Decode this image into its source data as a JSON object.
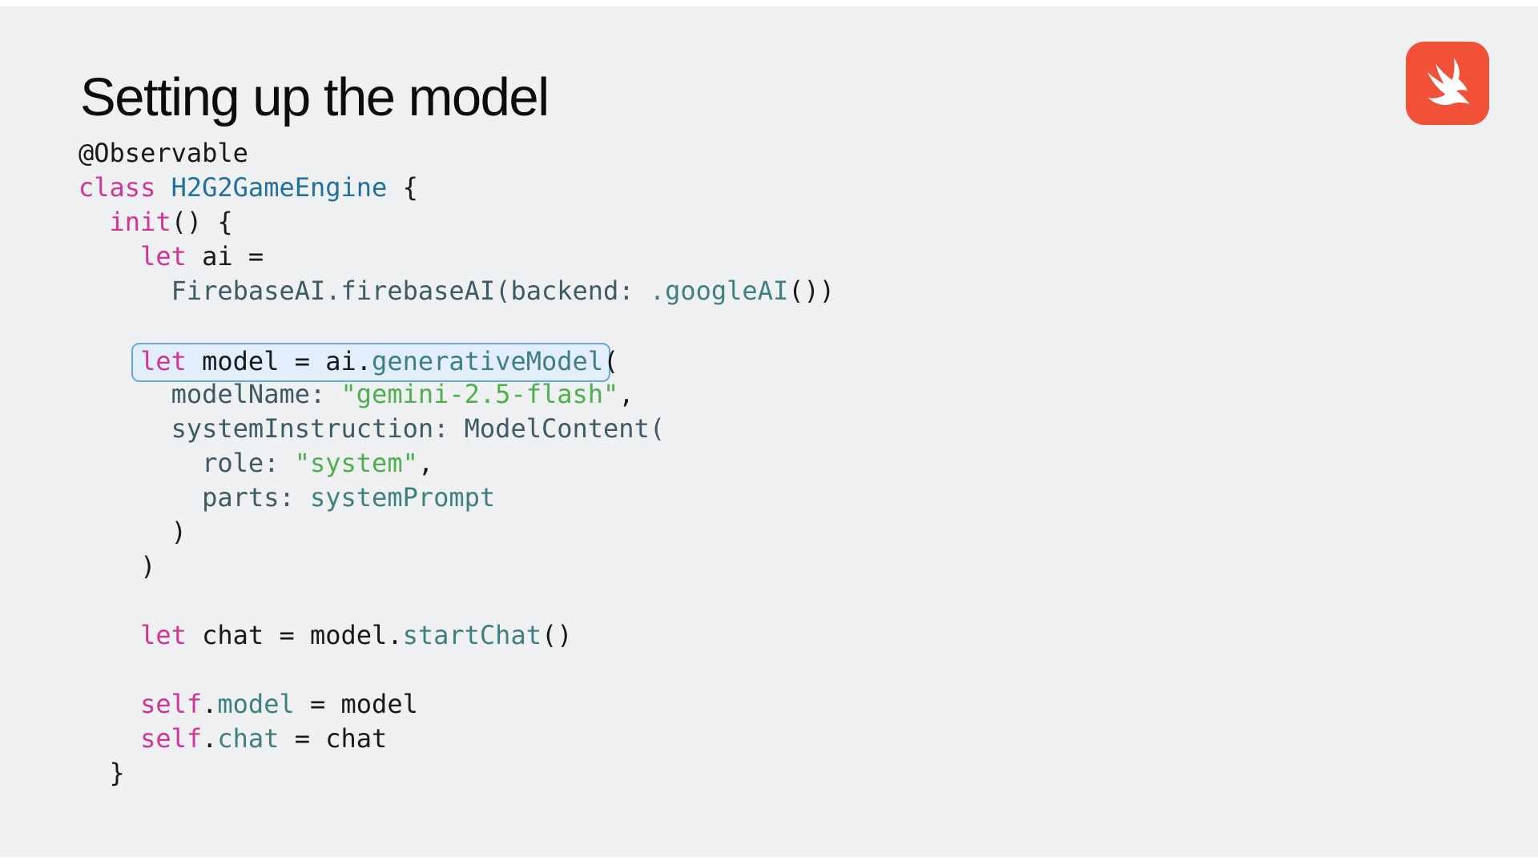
{
  "slide": {
    "title": "Setting up the model",
    "background_color": "#eef0f1",
    "edge_strip_color": "#ffffff",
    "title_color": "#0b0c0d"
  },
  "logo": {
    "name": "swift-logo",
    "square_color": "#F05138",
    "bird_color": "#ffffff"
  },
  "code": {
    "language": "swift",
    "palette": {
      "plain": "#17191b",
      "keyword": "#cf3597",
      "type": "#20719d",
      "ident": "#3e5a64",
      "member": "#3f7f80",
      "string": "#4fae4e"
    },
    "highlight_box": {
      "border_color": "#68a8d9",
      "fill_color": "#e2eefb",
      "content": "let model = ai.generativeModel"
    },
    "plain_text": "@Observable\nclass H2G2GameEngine {\n  init() {\n    let ai =\n      FirebaseAI.firebaseAI(backend: .googleAI())\n\n    let model = ai.generativeModel(\n      modelName: \"gemini-2.5-flash\",\n      systemInstruction: ModelContent(\n        role: \"system\",\n        parts: systemPrompt\n      )\n    )\n\n    let chat = model.startChat()\n\n    self.model = model\n    self.chat = chat\n  }",
    "lines": [
      {
        "segments": [
          {
            "t": "@Observable",
            "c": "plain"
          }
        ]
      },
      {
        "segments": [
          {
            "t": "class",
            "c": "keyword"
          },
          {
            "t": " ",
            "c": "plain"
          },
          {
            "t": "H2G2GameEngine",
            "c": "type"
          },
          {
            "t": " {",
            "c": "plain"
          }
        ]
      },
      {
        "segments": [
          {
            "t": "  ",
            "c": "plain"
          },
          {
            "t": "init",
            "c": "keyword"
          },
          {
            "t": "() {",
            "c": "plain"
          }
        ]
      },
      {
        "segments": [
          {
            "t": "    ",
            "c": "plain"
          },
          {
            "t": "let",
            "c": "keyword"
          },
          {
            "t": " ai =",
            "c": "plain"
          }
        ]
      },
      {
        "segments": [
          {
            "t": "      ",
            "c": "plain"
          },
          {
            "t": "FirebaseAI.firebaseAI(backend: ",
            "c": "ident"
          },
          {
            "t": ".googleAI",
            "c": "member"
          },
          {
            "t": "())",
            "c": "plain"
          }
        ]
      },
      {
        "segments": []
      },
      {
        "segments": [
          {
            "t": "    ",
            "c": "plain"
          },
          {
            "t": "let",
            "c": "keyword",
            "box": true
          },
          {
            "t": " model = ai.",
            "c": "plain",
            "box": true
          },
          {
            "t": "generativeModel",
            "c": "member",
            "box": true
          },
          {
            "t": "(",
            "c": "plain"
          }
        ]
      },
      {
        "segments": [
          {
            "t": "      ",
            "c": "plain"
          },
          {
            "t": "modelName:",
            "c": "ident"
          },
          {
            "t": " ",
            "c": "plain"
          },
          {
            "t": "\"gemini-2.5-flash\"",
            "c": "string"
          },
          {
            "t": ",",
            "c": "plain"
          }
        ]
      },
      {
        "segments": [
          {
            "t": "      ",
            "c": "plain"
          },
          {
            "t": "systemInstruction: ModelContent(",
            "c": "ident"
          }
        ]
      },
      {
        "segments": [
          {
            "t": "        ",
            "c": "plain"
          },
          {
            "t": "role:",
            "c": "ident"
          },
          {
            "t": " ",
            "c": "plain"
          },
          {
            "t": "\"system\"",
            "c": "string"
          },
          {
            "t": ",",
            "c": "plain"
          }
        ]
      },
      {
        "segments": [
          {
            "t": "        ",
            "c": "plain"
          },
          {
            "t": "parts:",
            "c": "ident"
          },
          {
            "t": " ",
            "c": "plain"
          },
          {
            "t": "systemPrompt",
            "c": "member"
          }
        ]
      },
      {
        "segments": [
          {
            "t": "      )",
            "c": "plain"
          }
        ]
      },
      {
        "segments": [
          {
            "t": "    )",
            "c": "plain"
          }
        ]
      },
      {
        "segments": []
      },
      {
        "segments": [
          {
            "t": "    ",
            "c": "plain"
          },
          {
            "t": "let",
            "c": "keyword"
          },
          {
            "t": " chat = model.",
            "c": "plain"
          },
          {
            "t": "startChat",
            "c": "member"
          },
          {
            "t": "()",
            "c": "plain"
          }
        ]
      },
      {
        "segments": []
      },
      {
        "segments": [
          {
            "t": "    ",
            "c": "plain"
          },
          {
            "t": "self",
            "c": "keyword"
          },
          {
            "t": ".",
            "c": "plain"
          },
          {
            "t": "model",
            "c": "member"
          },
          {
            "t": " = model",
            "c": "plain"
          }
        ]
      },
      {
        "segments": [
          {
            "t": "    ",
            "c": "plain"
          },
          {
            "t": "self",
            "c": "keyword"
          },
          {
            "t": ".",
            "c": "plain"
          },
          {
            "t": "chat",
            "c": "member"
          },
          {
            "t": " = chat",
            "c": "plain"
          }
        ]
      },
      {
        "segments": [
          {
            "t": "  }",
            "c": "plain"
          }
        ]
      }
    ]
  }
}
